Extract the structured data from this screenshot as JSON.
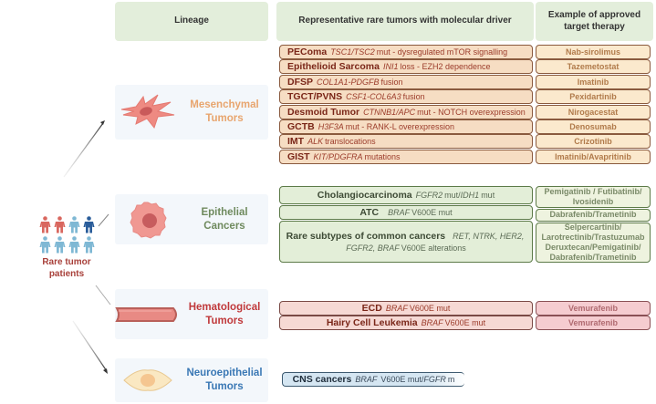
{
  "headers": {
    "lineage": "Lineage",
    "tumors": "Representative rare tumors with molecular driver",
    "therapy": "Example of approved target therapy"
  },
  "patients": {
    "label": "Rare tumor patients",
    "figures": [
      "red",
      "red",
      "light-blue",
      "dark-blue",
      "light-blue",
      "light-blue",
      "light-blue",
      "light-blue"
    ]
  },
  "colors": {
    "mesenchymal": "#e8a56e",
    "epithelial": "#6f8a5e",
    "hematological": "#c0393b",
    "neuroepithelial": "#3a78b5"
  },
  "lineages": [
    {
      "name": "Mesenchymal Tumors",
      "icon": "mesenchymal-cell-icon",
      "rows": [
        {
          "tumor": "PEComa",
          "gene": "TSC1/TSC2",
          "detail": "mut - dysregulated mTOR signalling",
          "therapy": "Nab-sirolimus"
        },
        {
          "tumor": "Epithelioid Sarcoma",
          "gene": "INI1",
          "detail": "loss - EZH2 dependence",
          "therapy": "Tazemetostat"
        },
        {
          "tumor": "DFSP",
          "gene": "COL1A1-PDGFB",
          "detail": "fusion",
          "therapy": "Imatinib"
        },
        {
          "tumor": "TGCT/PVNS",
          "gene": "CSF1-COL6A3",
          "detail": "fusion",
          "therapy": "Pexidartinib"
        },
        {
          "tumor": "Desmoid Tumor",
          "gene": "CTNNB1/APC",
          "detail": "mut - NOTCH overexpression",
          "therapy": "Nirogacestat"
        },
        {
          "tumor": "GCTB",
          "gene": "H3F3A",
          "detail": "mut - RANK-L overexpression",
          "therapy": "Denosumab"
        },
        {
          "tumor": "IMT",
          "gene": "ALK",
          "detail": "translocations",
          "therapy": "Crizotinib"
        },
        {
          "tumor": "GIST",
          "gene": "KIT/PDGFRA",
          "detail": "mutations",
          "therapy": "Imatinib/Avapritinib"
        }
      ]
    },
    {
      "name": "Epithelial Cancers",
      "icon": "epithelial-cell-icon",
      "rows": [
        {
          "tumor": "Cholangiocarcinoma",
          "gene": "FGFR2",
          "detail": "mut/",
          "gene2": "IDH1",
          "detail2": "mut",
          "therapy": "Pemigatinib / Futibatinib/ Ivosidenib"
        },
        {
          "tumor": "ATC",
          "gene": "BRAF",
          "detail": "V600E mut",
          "therapy": "Dabrafenib/Trametinib"
        },
        {
          "tumor": "Rare subtypes of common cancers",
          "gene": "RET, NTRK, HER2,",
          "gene2": "FGFR2, BRAF",
          "detail2": "V600E alterations",
          "therapy": "Selpercartinib/ Larotrectinib/Trastuzumab Deruxtecan/Pemigatinib/ Dabrafenib/Trametinib"
        }
      ]
    },
    {
      "name": "Hematological Tumors",
      "icon": "blood-vessel-icon",
      "rows": [
        {
          "tumor": "ECD",
          "gene": "BRAF",
          "detail": "V600E mut",
          "therapy": "Vemurafenib"
        },
        {
          "tumor": "Hairy Cell Leukemia",
          "gene": "BRAF",
          "detail": "V600E mut",
          "therapy": "Vemurafenib"
        }
      ]
    },
    {
      "name": "Neuroepithelial Tumors",
      "icon": "neural-cell-icon",
      "rows": [
        {
          "tumor": "CNS cancers",
          "gene": "BRAF",
          "detail": "V600E mut/",
          "gene2": "FGFR",
          "detail2": "m"
        }
      ]
    }
  ]
}
